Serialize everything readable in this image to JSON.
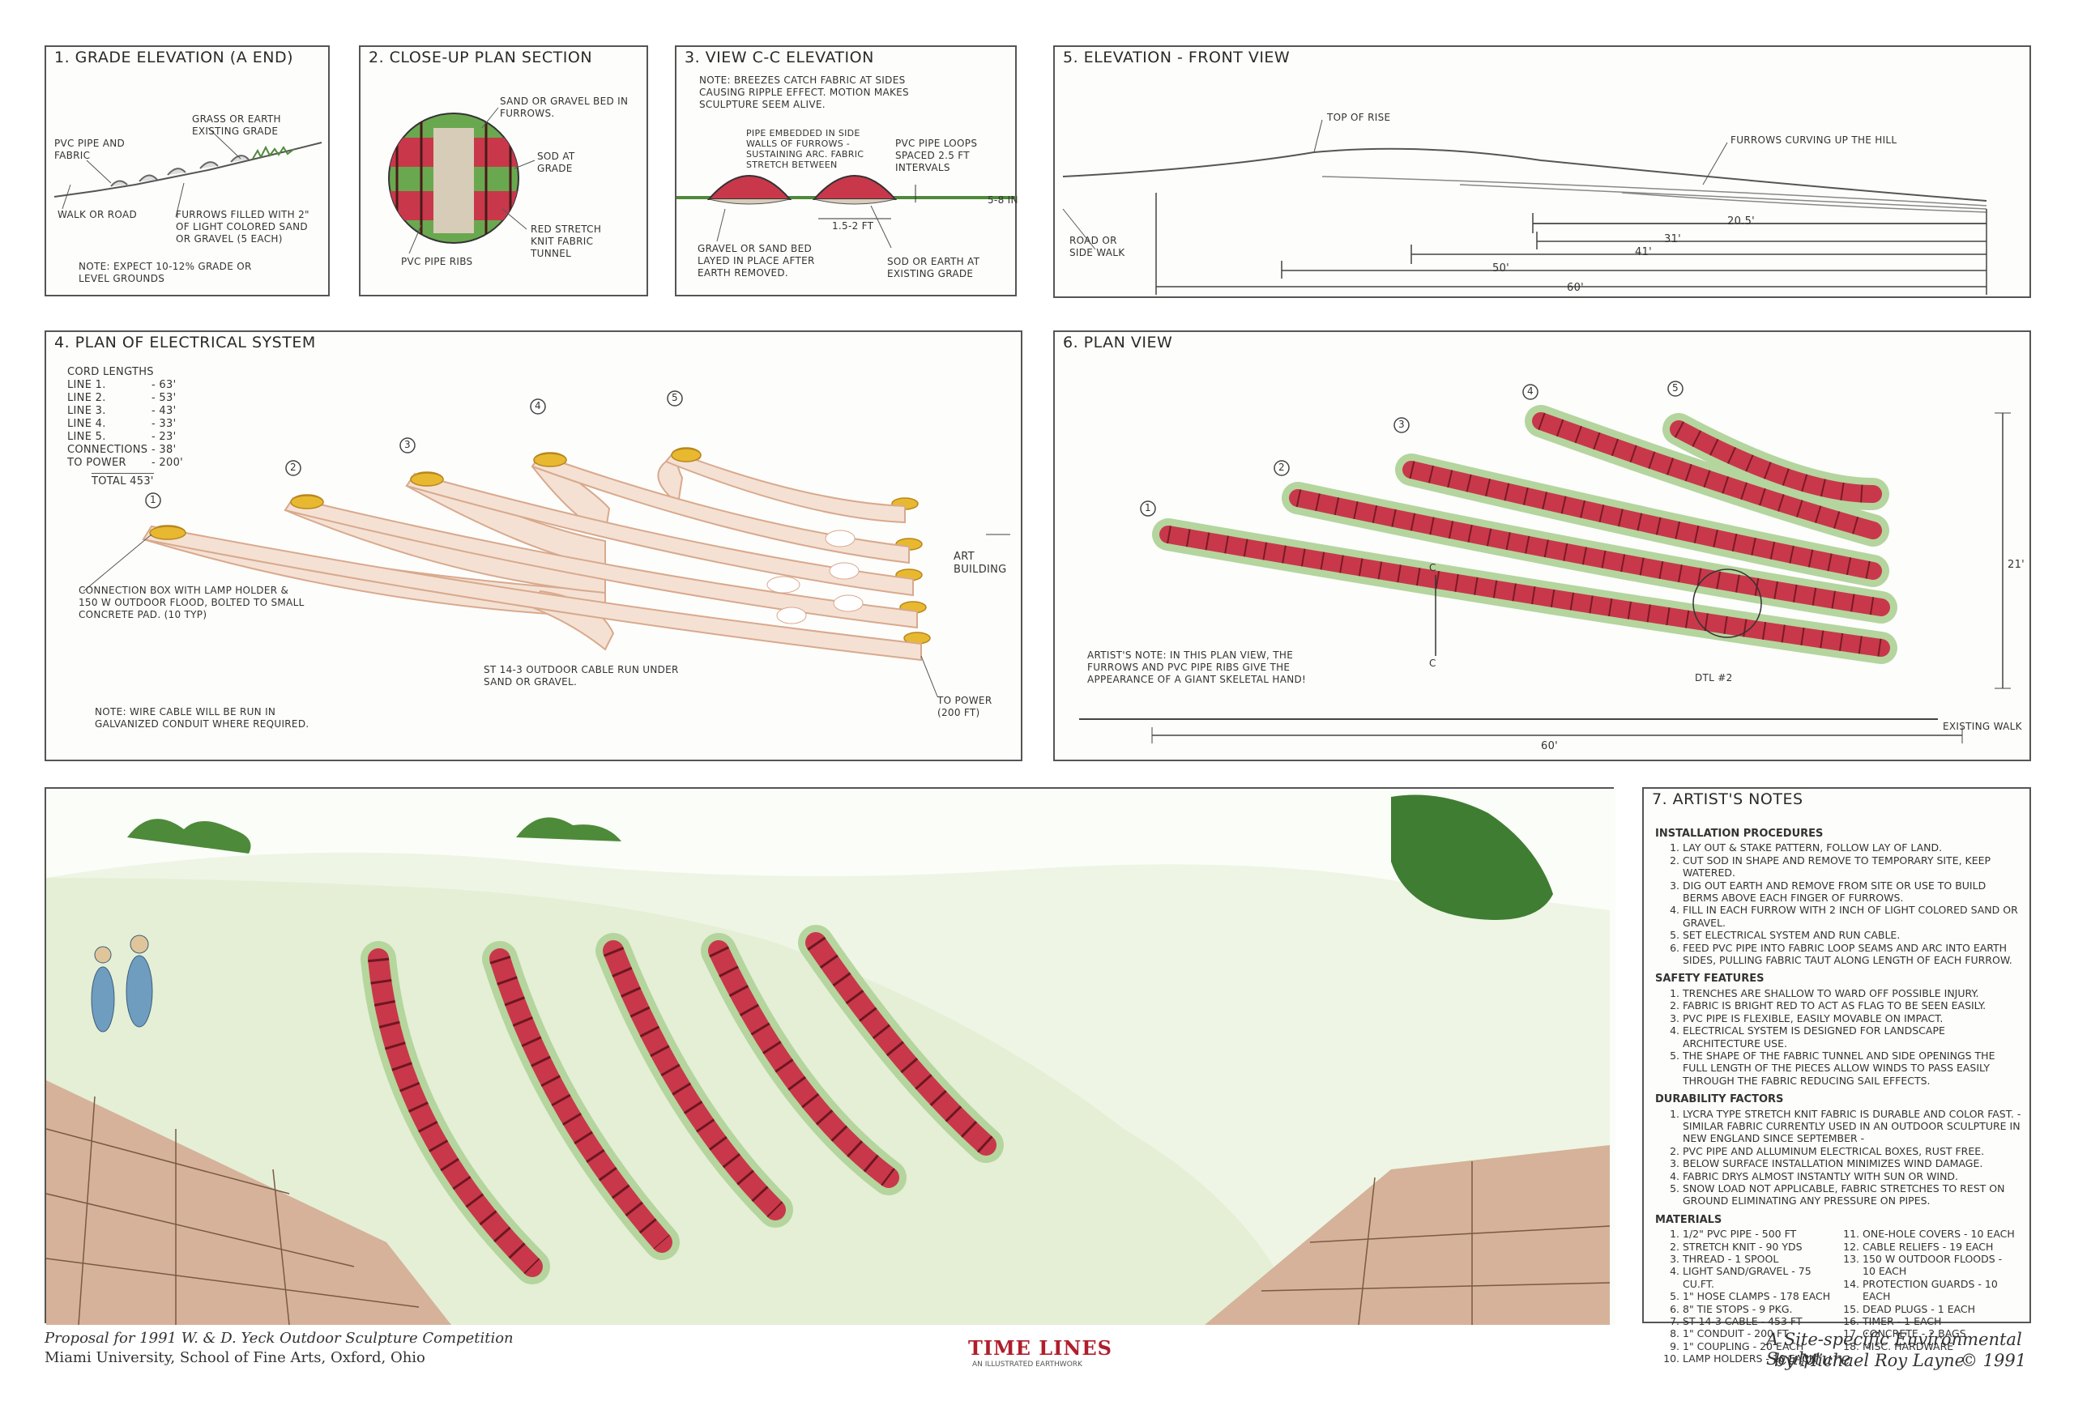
{
  "panels": {
    "p1": {
      "title": "1. GRADE ELEVATION (A END)",
      "labels": {
        "grass": "GRASS OR EARTH EXISTING GRADE",
        "pvc": "PVC PIPE AND FABRIC",
        "walk": "WALK OR ROAD",
        "furrows": "FURROWS FILLED WITH 2\" OF LIGHT COLORED SAND OR GRAVEL (5 EACH)",
        "note": "NOTE: EXPECT 10-12% GRADE OR LEVEL GROUNDS"
      }
    },
    "p2": {
      "title": "2. CLOSE-UP PLAN SECTION",
      "labels": {
        "sand": "SAND OR GRAVEL BED IN FURROWS.",
        "sod": "SOD AT GRADE",
        "red": "RED STRETCH KNIT FABRIC TUNNEL",
        "pvc": "PVC PIPE RIBS"
      }
    },
    "p3": {
      "title": "3. VIEW C-C ELEVATION",
      "labels": {
        "note": "NOTE: BREEZES CATCH FABRIC AT SIDES CAUSING RIPPLE EFFECT. MOTION MAKES SCULPTURE SEEM ALIVE.",
        "pipe": "PIPE EMBEDDED IN SIDE WALLS OF FURROWS - SUSTAINING ARC. FABRIC STRETCH BETWEEN",
        "loops": "PVC PIPE LOOPS SPACED 2.5 FT INTERVALS",
        "height": "5-8 IN",
        "width": "1.5-2 FT",
        "gravel": "GRAVEL OR SAND BED LAYED IN PLACE AFTER EARTH REMOVED.",
        "sod": "SOD OR EARTH AT EXISTING GRADE"
      }
    },
    "p4": {
      "title": "4. PLAN OF ELECTRICAL SYSTEM",
      "cord_title": "CORD LENGTHS",
      "cords": [
        {
          "label": "LINE 1.",
          "value": "- 63'"
        },
        {
          "label": "LINE 2.",
          "value": "- 53'"
        },
        {
          "label": "LINE 3.",
          "value": "- 43'"
        },
        {
          "label": "LINE 4.",
          "value": "- 33'"
        },
        {
          "label": "LINE 5.",
          "value": "- 23'"
        },
        {
          "label": "CONNECTIONS",
          "value": "- 38'"
        },
        {
          "label": "TO POWER",
          "value": "- 200'"
        }
      ],
      "total": "TOTAL 453'",
      "numbers": [
        "1",
        "2",
        "3",
        "4",
        "5"
      ],
      "labels": {
        "box": "CONNECTION BOX WITH LAMP HOLDER & 150 W OUTDOOR FLOOD, BOLTED TO SMALL CONCRETE PAD. (10 TYP)",
        "cable": "ST 14-3 OUTDOOR CABLE RUN UNDER SAND OR GRAVEL.",
        "note": "NOTE: WIRE CABLE WILL BE RUN IN GALVANIZED CONDUIT WHERE REQUIRED.",
        "art": "ART BUILDING",
        "power": "TO POWER (200 FT)"
      }
    },
    "p5": {
      "title": "5. ELEVATION - FRONT VIEW",
      "labels": {
        "top": "TOP OF RISE",
        "furrows": "FURROWS CURVING UP THE HILL",
        "road": "ROAD OR SIDE WALK"
      },
      "dims": [
        "20.5'",
        "31'",
        "41'",
        "50'",
        "60'"
      ]
    },
    "p6": {
      "title": "6. PLAN VIEW",
      "numbers": [
        "1",
        "2",
        "3",
        "4",
        "5"
      ],
      "labels": {
        "note": "ARTIST'S NOTE: IN THIS PLAN VIEW, THE FURROWS AND PVC PIPE RIBS GIVE THE APPEARANCE OF A GIANT SKELETAL HAND!",
        "c": "C",
        "dtl": "DTL #2",
        "walk": "EXISTING WALK",
        "width": "60'",
        "height": "21'"
      }
    },
    "p7": {
      "title": "7. ARTIST'S NOTES",
      "installation_title": "INSTALLATION PROCEDURES",
      "installation": [
        "LAY OUT & STAKE PATTERN, FOLLOW LAY OF LAND.",
        "CUT SOD IN SHAPE AND REMOVE TO TEMPORARY SITE, KEEP WATERED.",
        "DIG OUT EARTH AND REMOVE FROM SITE OR USE TO BUILD BERMS ABOVE EACH FINGER OF FURROWS.",
        "FILL IN EACH FURROW WITH 2 INCH OF LIGHT COLORED SAND OR GRAVEL.",
        "SET ELECTRICAL SYSTEM AND RUN CABLE.",
        "FEED PVC PIPE INTO FABRIC LOOP SEAMS AND ARC INTO EARTH SIDES, PULLING FABRIC TAUT ALONG LENGTH OF EACH FURROW."
      ],
      "safety_title": "SAFETY FEATURES",
      "safety": [
        "TRENCHES ARE SHALLOW TO WARD OFF POSSIBLE INJURY.",
        "FABRIC IS BRIGHT RED TO ACT AS FLAG TO BE SEEN EASILY.",
        "PVC PIPE IS FLEXIBLE, EASILY MOVABLE ON IMPACT.",
        "ELECTRICAL SYSTEM IS DESIGNED FOR LANDSCAPE ARCHITECTURE USE.",
        "THE SHAPE OF THE FABRIC TUNNEL AND SIDE OPENINGS THE FULL LENGTH OF THE PIECES ALLOW WINDS TO PASS EASILY THROUGH THE FABRIC REDUCING SAIL EFFECTS."
      ],
      "durability_title": "DURABILITY FACTORS",
      "durability": [
        "LYCRA TYPE STRETCH KNIT FABRIC IS DURABLE AND COLOR FAST. - SIMILAR FABRIC CURRENTLY USED IN AN OUTDOOR SCULPTURE IN NEW ENGLAND SINCE SEPTEMBER -",
        "PVC PIPE AND ALLUMINUM ELECTRICAL BOXES, RUST FREE.",
        "BELOW SURFACE INSTALLATION MINIMIZES WIND DAMAGE.",
        "FABRIC DRYS ALMOST INSTANTLY WITH SUN OR WIND.",
        "SNOW LOAD NOT APPLICABLE, FABRIC STRETCHES TO REST ON GROUND ELIMINATING ANY PRESSURE ON PIPES."
      ],
      "materials_title": "MATERIALS",
      "materials_left": [
        "1/2\" PVC PIPE - 500 FT",
        "STRETCH KNIT - 90 YDS",
        "THREAD - 1 SPOOL",
        "LIGHT SAND/GRAVEL - 75 CU.FT.",
        "1\" HOSE CLAMPS - 178 EACH",
        "8\" TIE STOPS - 9 PKG.",
        "ST 14-3 CABLE - 453 FT",
        "1\" CONDUIT - 200 FT",
        "1\" COUPLING - 20 EACH",
        "LAMP HOLDERS - 10 EACH"
      ],
      "materials_right": [
        "ONE-HOLE COVERS - 10 EACH",
        "CABLE RELIEFS - 19 EACH",
        "150 W OUTDOOR FLOODS - 10 EACH",
        "PROTECTION GUARDS - 10 EACH",
        "DEAD PLUGS - 1 EACH",
        "TIMER - 1 EACH",
        "CONCRETE - 2 BAGS",
        "MISC. HARDWARE"
      ]
    }
  },
  "footer": {
    "line1": "Proposal for 1991 W. & D. Yeck Outdoor Sculpture Competition",
    "line2": "Miami University, School of Fine Arts, Oxford, Ohio",
    "brand": "TIME LINES",
    "brand_sub": "AN ILLUSTRATED EARTHWORK",
    "right1": "A Site-specific Environmental Sculpture",
    "right2": "by Michael Roy Layne",
    "year": "© 1991"
  },
  "colors": {
    "fabric_red": "#c8384a",
    "fabric_dark": "#8e1f2c",
    "grass_green": "#6aa84f",
    "sand": "#f2d9c4",
    "lamp_yellow": "#e8b930",
    "tile": "#c9906e"
  }
}
